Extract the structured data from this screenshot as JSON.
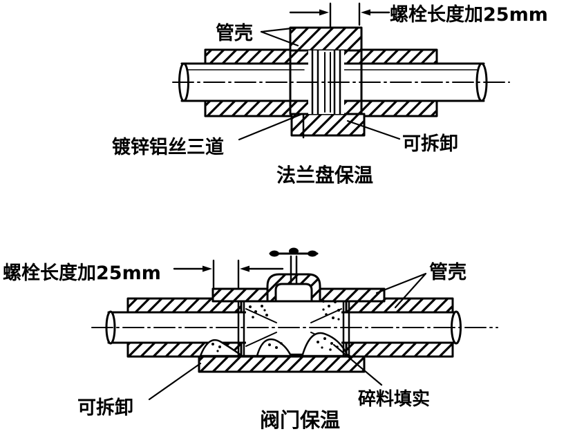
{
  "colors": {
    "ink": "#000000",
    "paper": "#ffffff"
  },
  "flange_diagram": {
    "caption": "法兰盘保温",
    "shell_label": "管壳",
    "bolt_length_label": "螺栓长度加25mm",
    "wire_label": "镀锌铝丝三道",
    "removable_label": "可拆卸"
  },
  "valve_diagram": {
    "caption": "阀门保温",
    "shell_label": "管壳",
    "bolt_length_label": "螺栓长度加25mm",
    "removable_label": "可拆卸",
    "fill_label": "碎料填实"
  }
}
